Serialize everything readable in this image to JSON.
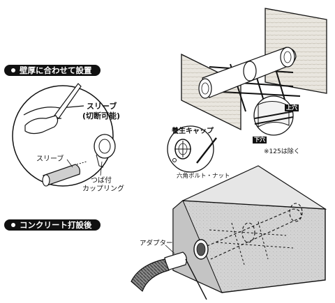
{
  "steps": {
    "step1": "壁厚に合わせて設置",
    "step2": "コンクリート打設後"
  },
  "callout": {
    "title_line1": "スリーブ",
    "title_line2": "(切断可能)",
    "sleeve_label": "スリーブ",
    "coupling_line1": "つば付",
    "coupling_line2": "カップリング"
  },
  "cap_callout": {
    "title": "養生キャップ",
    "bolt_label": "六角ボルト・ナット"
  },
  "tags": {
    "upper_hole": "上穴",
    "lower_hole": "下穴"
  },
  "notes": {
    "exclusion": "※125は除く",
    "adapter": "アダプター"
  }
}
